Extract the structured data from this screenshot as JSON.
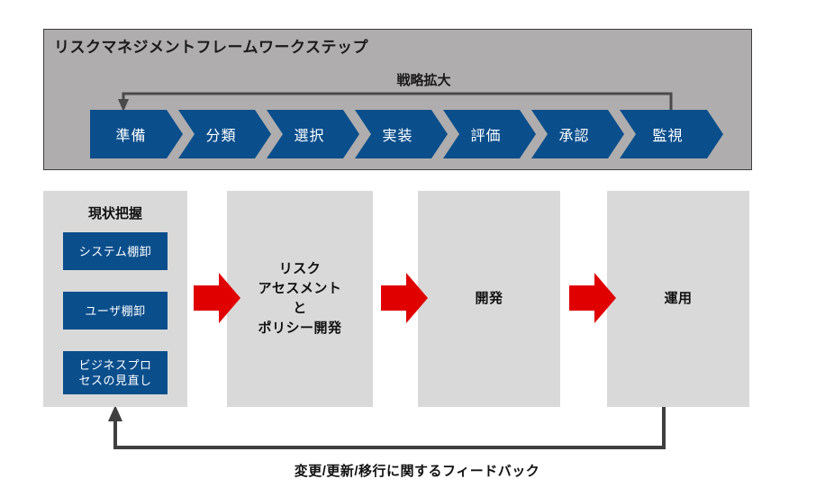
{
  "diagram": {
    "background_color": "#ffffff",
    "accent_blue": "#0a4e8c",
    "accent_red": "#e00000",
    "banner_gray": "#afadad",
    "column_gray": "#d9d9d9",
    "line_color": "#3f3f3f"
  },
  "banner": {
    "title": "リスクマネジメントフレームワークステップ",
    "loop_label": "戦略拡大",
    "steps": [
      {
        "label": "準備"
      },
      {
        "label": "分類"
      },
      {
        "label": "選択"
      },
      {
        "label": "実装"
      },
      {
        "label": "評価"
      },
      {
        "label": "承認"
      },
      {
        "label": "監視"
      }
    ]
  },
  "lifecycle": {
    "columns": [
      {
        "title": "現状把握",
        "label": "",
        "items": [
          {
            "label": "システム棚卸"
          },
          {
            "label": "ユーザ棚卸"
          },
          {
            "label": "ビジネスプロ\nセスの見直し"
          }
        ]
      },
      {
        "title": "",
        "label": "リスク\nアセスメント\nと\nポリシー開発",
        "items": []
      },
      {
        "title": "",
        "label": "開発",
        "items": []
      },
      {
        "title": "",
        "label": "運用",
        "items": []
      }
    ],
    "connectors": [
      {
        "name": "arrow-1"
      },
      {
        "name": "arrow-2"
      },
      {
        "name": "arrow-3"
      }
    ]
  },
  "feedback": {
    "label": "変更/更新/移行に関するフィードバック"
  }
}
